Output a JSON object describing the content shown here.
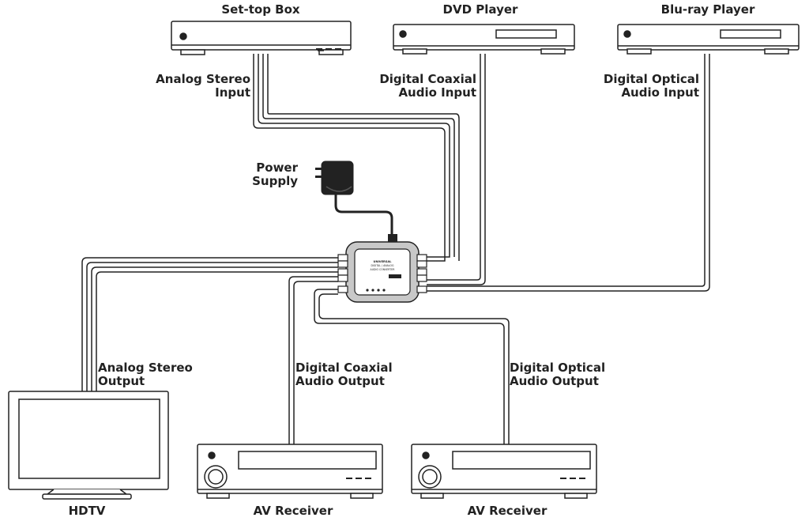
{
  "devices": {
    "settop": "Set-top Box",
    "dvd": "DVD Player",
    "bluray": "Blu-ray Player",
    "hdtv": "HDTV",
    "receiver1": "AV Receiver",
    "receiver2": "AV Receiver"
  },
  "labels": {
    "analog_in": [
      "Analog Stereo",
      "Input"
    ],
    "coax_in": [
      "Digital Coaxial",
      "Audio Input"
    ],
    "optical_in": [
      "Digital Optical",
      "Audio Input"
    ],
    "power": [
      "Power",
      "Supply"
    ],
    "analog_out": [
      "Analog Stereo",
      "Output"
    ],
    "coax_out": [
      "Digital Coaxial",
      "Audio Output"
    ],
    "optical_out": [
      "Digital Optical",
      "Audio Output"
    ]
  },
  "converter": {
    "title_line1": "UNIVERSAL",
    "title_line2": "DIGITAL / ANALOG",
    "title_line3": "AUDIO CONVERTER"
  },
  "colors": {
    "line": "#222222",
    "fill": "#ffffff"
  }
}
